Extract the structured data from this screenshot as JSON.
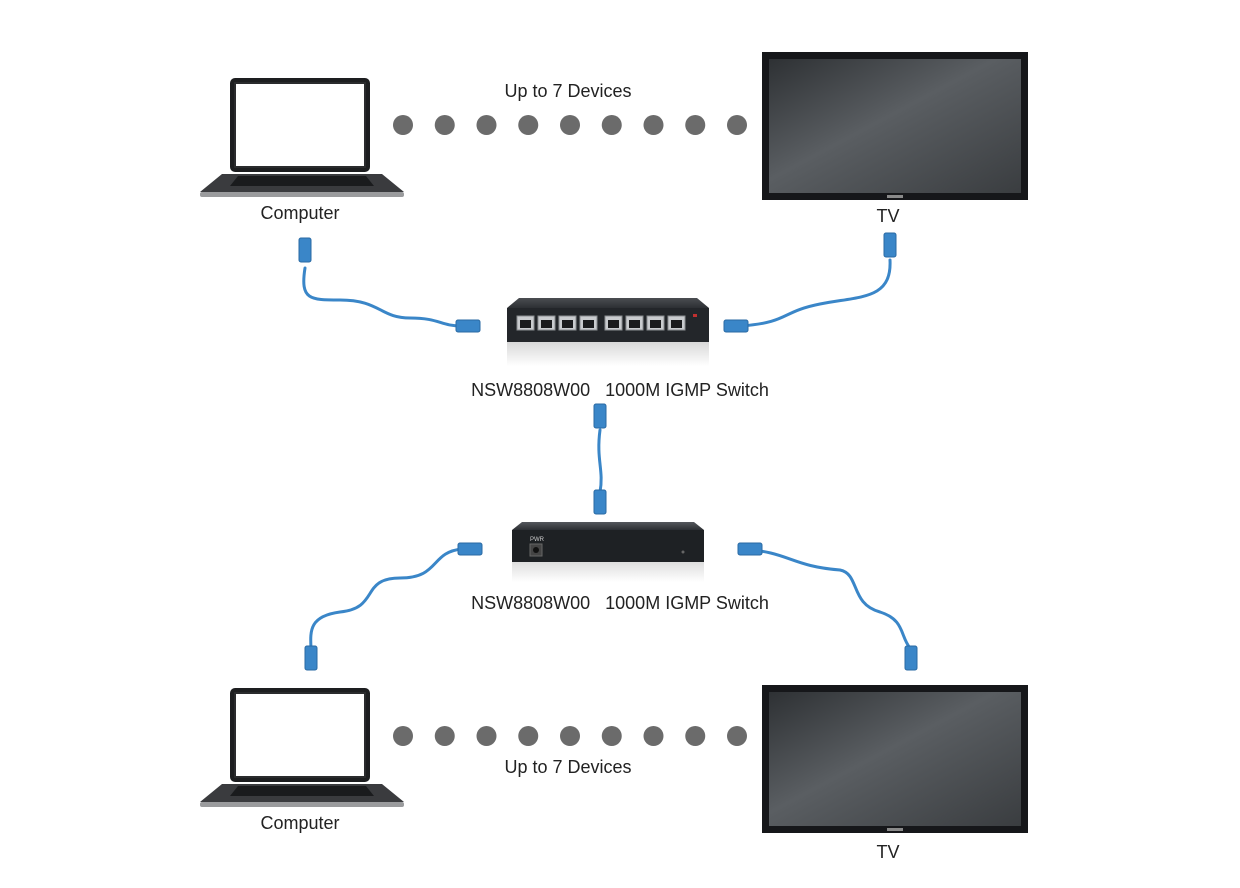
{
  "top_row": {
    "left_device": "Computer",
    "right_device": "TV",
    "link_label": "Up to 7 Devices",
    "dots": 9
  },
  "bottom_row": {
    "left_device": "Computer",
    "right_device": "TV",
    "link_label": "Up to 7 Devices",
    "dots": 9
  },
  "switches": {
    "top_label": "NSW8808W00   1000M IGMP Switch",
    "bottom_label": "NSW8808W00   1000M IGMP Switch",
    "top_ports": 8,
    "bottom_panel_text": "PWR"
  },
  "colors": {
    "cable": "#3a86c8",
    "dot": "#6b6b6b",
    "switch_body": "#2c2f33",
    "tv_screen": "#4a4e52"
  },
  "icons": [
    "laptop-icon",
    "tv-icon",
    "switch-icon",
    "ethernet-cable-icon"
  ]
}
